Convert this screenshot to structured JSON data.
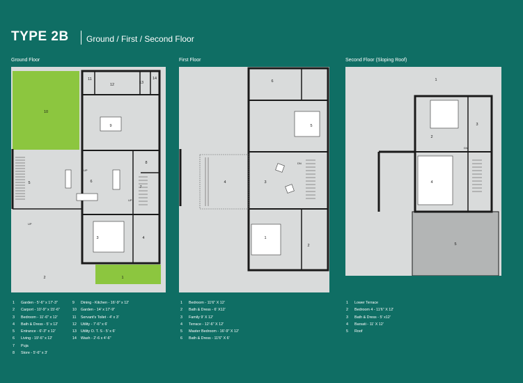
{
  "header": {
    "title": "TYPE 2B",
    "subtitle": "Ground / First / Second Floor"
  },
  "colors": {
    "background": "#0f6e64",
    "plan_fill": "#d9dbdb",
    "wall": "#1a1a1a",
    "garden": "#8cc63f",
    "room_highlight": "#ffffff"
  },
  "plans": [
    {
      "label": "Ground Floor",
      "room_numbers": [
        "1",
        "2",
        "3",
        "4",
        "5",
        "6",
        "7",
        "8",
        "9",
        "10",
        "11",
        "12",
        "13",
        "14"
      ],
      "annotations": [
        "UP",
        "UP",
        "UP"
      ]
    },
    {
      "label": "First Floor",
      "room_numbers": [
        "1",
        "2",
        "3",
        "4",
        "5",
        "6"
      ],
      "annotations": [
        "DN"
      ]
    },
    {
      "label": "Second Floor (Sloping Roof)",
      "room_numbers": [
        "1",
        "2",
        "3",
        "4",
        "5"
      ],
      "annotations": [
        "DN"
      ]
    }
  ],
  "legends": [
    {
      "columns": [
        [
          {
            "num": "1",
            "text": "Garden - 5'-6\" x 17'-3\""
          },
          {
            "num": "2",
            "text": "Carport - 10'-9\" x 15'-6\""
          },
          {
            "num": "3",
            "text": "Bedroom - 11'-6\" x 12'"
          },
          {
            "num": "4",
            "text": "Bath & Dress - 5' x 12'"
          },
          {
            "num": "5",
            "text": "Entrance - 6'-3\" x 12'"
          },
          {
            "num": "6",
            "text": "Living - 19'-6\" x 12'"
          },
          {
            "num": "7",
            "text": "Puja"
          },
          {
            "num": "8",
            "text": "Store - 5'-6\" x 3'"
          }
        ],
        [
          {
            "num": "9",
            "text": "Dining - Kitchen - 16'-9\" x 12'"
          },
          {
            "num": "10",
            "text": "Garden - 14' x 17'-9\""
          },
          {
            "num": "11",
            "text": "Servant's Toilet - 4' x 3'"
          },
          {
            "num": "12",
            "text": "Utility - 7'-6\" x 6'"
          },
          {
            "num": "13",
            "text": "Utility O. T. S - 5' x 6'"
          },
          {
            "num": "14",
            "text": "Wash - 2'-6 x 4'-6\""
          }
        ]
      ]
    },
    {
      "columns": [
        [
          {
            "num": "1",
            "text": "Bedroom - 11'6\" X 12'"
          },
          {
            "num": "2",
            "text": "Bath & Dress - 6' X12'"
          },
          {
            "num": "3",
            "text": "Family 9' X 12'"
          },
          {
            "num": "4",
            "text": "Terrace - 12'-6\" X 12'"
          },
          {
            "num": "5",
            "text": "Master Bedroom - 16'-9\" X 12'"
          },
          {
            "num": "6",
            "text": "Bath & Dress - 11'6\" X 6'"
          }
        ]
      ]
    },
    {
      "columns": [
        [
          {
            "num": "1",
            "text": "Lower Terrace"
          },
          {
            "num": "2",
            "text": "Bedroom 4 - 11'6\" X 12'"
          },
          {
            "num": "3",
            "text": "Bath & Dress - 5' x12'"
          },
          {
            "num": "4",
            "text": "Barsati - 11' X 12'"
          },
          {
            "num": "5",
            "text": "Roof"
          }
        ]
      ]
    }
  ]
}
